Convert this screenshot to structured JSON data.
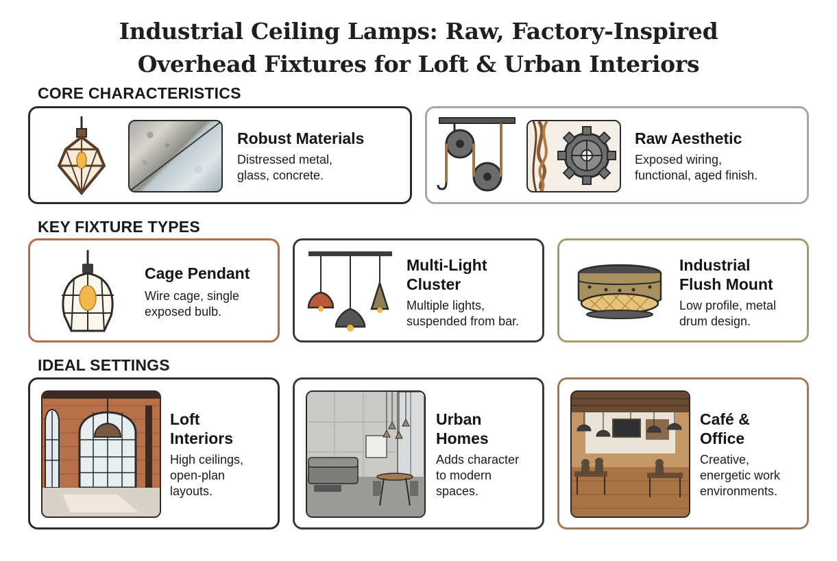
{
  "title": {
    "line1": "Industrial Ceiling Lamps: Raw, Factory-Inspired",
    "line2": "Overhead Fixtures for Loft & Urban Interiors"
  },
  "sections": {
    "core": "CORE CHARACTERISTICS",
    "fixtures": "KEY FIXTURE TYPES",
    "settings": "IDEAL SETTINGS"
  },
  "core": [
    {
      "heading": "Robust Materials",
      "desc": [
        "Distressed metal,",
        "glass, concrete."
      ]
    },
    {
      "heading": "Raw Aesthetic",
      "desc": [
        "Exposed wiring,",
        "functional, aged finish."
      ]
    }
  ],
  "fixtures": [
    {
      "heading": [
        "Cage Pendant"
      ],
      "desc": [
        "Wire cage, single",
        "exposed bulb."
      ]
    },
    {
      "heading": [
        "Multi-Light",
        "Cluster"
      ],
      "desc": [
        "Multiple lights,",
        "suspended from bar."
      ]
    },
    {
      "heading": [
        "Industrial",
        "Flush Mount"
      ],
      "desc": [
        "Low profile, metal",
        "drum design."
      ]
    }
  ],
  "settings": [
    {
      "heading": [
        "Loft",
        "Interiors"
      ],
      "desc": [
        "High ceilings,",
        "open-plan",
        "layouts."
      ]
    },
    {
      "heading": [
        "Urban",
        "Homes"
      ],
      "desc": [
        "Adds character",
        "to modern",
        "spaces."
      ]
    },
    {
      "heading": [
        "Café &",
        "Office"
      ],
      "desc": [
        "Creative,",
        "energetic work",
        "environments."
      ]
    }
  ],
  "colors": {
    "card_border_dark": "#2b2b2b",
    "card_border_grey": "#a6a6a6",
    "card_border_rust": "#b8694a",
    "card_border_olive": "#a69a6e",
    "card_border_brown": "#9c7a58"
  }
}
